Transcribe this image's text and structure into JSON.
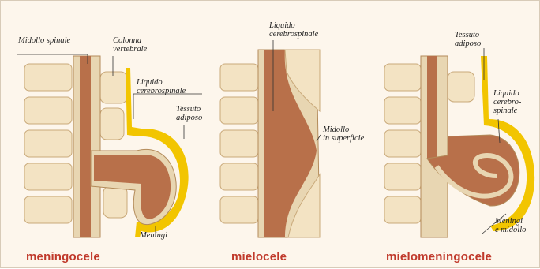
{
  "panels": [
    {
      "title": "meningocele",
      "labels": {
        "midollo": "Midollo spinale",
        "colonna": "Colonna\nvertebrale",
        "liquido": "Liquido\ncerebrospinale",
        "tessuto": "Tessuto\nadiposo",
        "meningi": "Meningi"
      }
    },
    {
      "title": "mielocele",
      "labels": {
        "liquido": "Liquido\ncerebrospinale",
        "midollo": "Midollo\nin superficie"
      }
    },
    {
      "title": "mielomeningocele",
      "labels": {
        "tessuto": "Tessuto\nadiposo",
        "liquido": "Liquido\ncerebro-\nspinale",
        "meningi": "Meningi\ne midollo"
      }
    }
  ],
  "colors": {
    "bone": "#f3e3c3",
    "bone_edge": "#c9a97a",
    "csf": "#b8704a",
    "cord": "#e8d6b2",
    "fat": "#f2c500",
    "title": "#c0392b"
  }
}
